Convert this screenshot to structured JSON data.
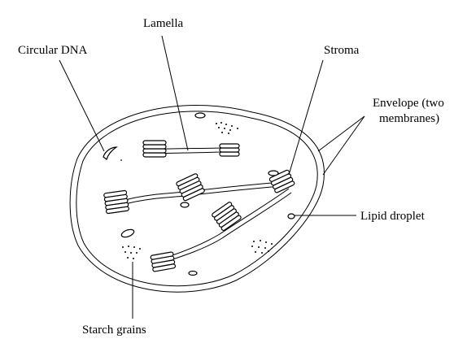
{
  "labels": {
    "lamella": "Lamella",
    "circular_dna": "Circular DNA",
    "stroma": "Stroma",
    "envelope_line1": "Envelope (two",
    "envelope_line2": "membranes)",
    "lipid_droplet": "Lipid droplet",
    "starch_grains": "Starch grains"
  }
}
